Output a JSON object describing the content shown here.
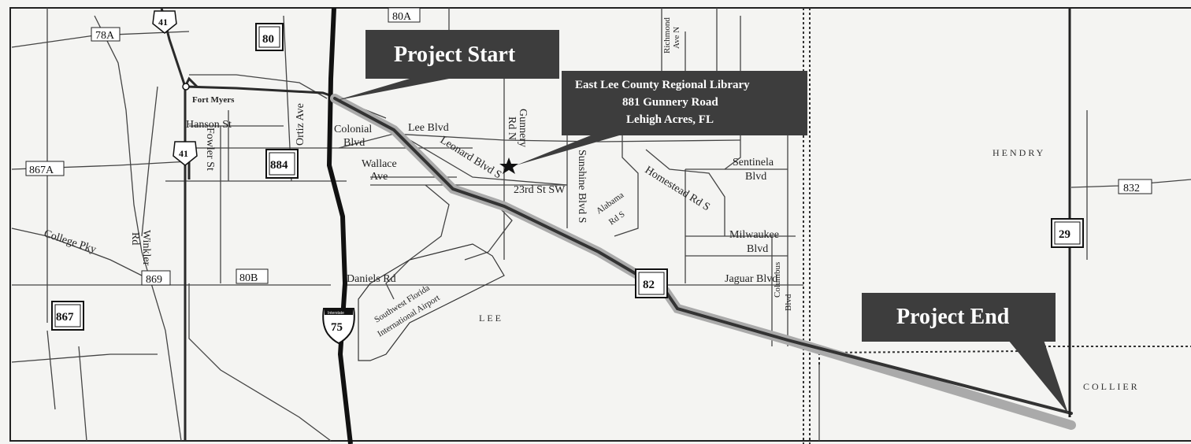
{
  "callouts": {
    "start": "Project Start",
    "end": "Project End",
    "library_line1": "East Lee County Regional Library",
    "library_line2": "881 Gunnery Road",
    "library_line3": "Lehigh Acres, FL"
  },
  "counties": {
    "hendry": "HENDRY",
    "lee": "LEE",
    "collier": "COLLIER"
  },
  "cities": {
    "fort_myers": "Fort Myers"
  },
  "shields": {
    "us41_top": "41",
    "us41_mid": "41",
    "sr80": "80",
    "sr884": "884",
    "sr867": "867",
    "sr82": "82",
    "sr29": "29",
    "i75": "75",
    "i75_top": "Interstate"
  },
  "boxed_routes": {
    "r78a": "78A",
    "r80a": "80A",
    "r867a": "867A",
    "r869": "869",
    "r80b": "80B",
    "r832": "832"
  },
  "streets": {
    "richmond1": "Richmond",
    "richmond2": "Ave N",
    "gunnery1": "Gunnery",
    "gunnery2": "Rd N",
    "hanson": "Hanson St",
    "fowler": "Fowler St",
    "ortiz": "Ortiz Ave",
    "colonial1": "Colonial",
    "colonial2": "Blvd",
    "lee_blvd": "Lee Blvd",
    "wallace1": "Wallace",
    "wallace2": "Ave",
    "leonard": "Leonard Blvd S",
    "twentythird": "23rd St SW",
    "sunshine": "Sunshine Blvd S",
    "alabama1": "Alabama",
    "alabama2": "Rd S",
    "homestead": "Homestead Rd S",
    "sentinela1": "Sentinela",
    "sentinela2": "Blvd",
    "milwaukee1": "Milwaukee",
    "milwaukee2": "Blvd",
    "jaguar": "Jaguar Blvd",
    "columbus1": "Columbus",
    "columbus2": "Blvd",
    "college": "College Pky",
    "winkler1": "Winkler",
    "winkler2": "Rd",
    "daniels": "Daniels Rd",
    "airport1": "Southwest Florida",
    "airport2": "International Airport"
  },
  "colors": {
    "callout": "#3d3d3d",
    "project_road": "#333333",
    "project_halo": "#aaaaaa"
  }
}
